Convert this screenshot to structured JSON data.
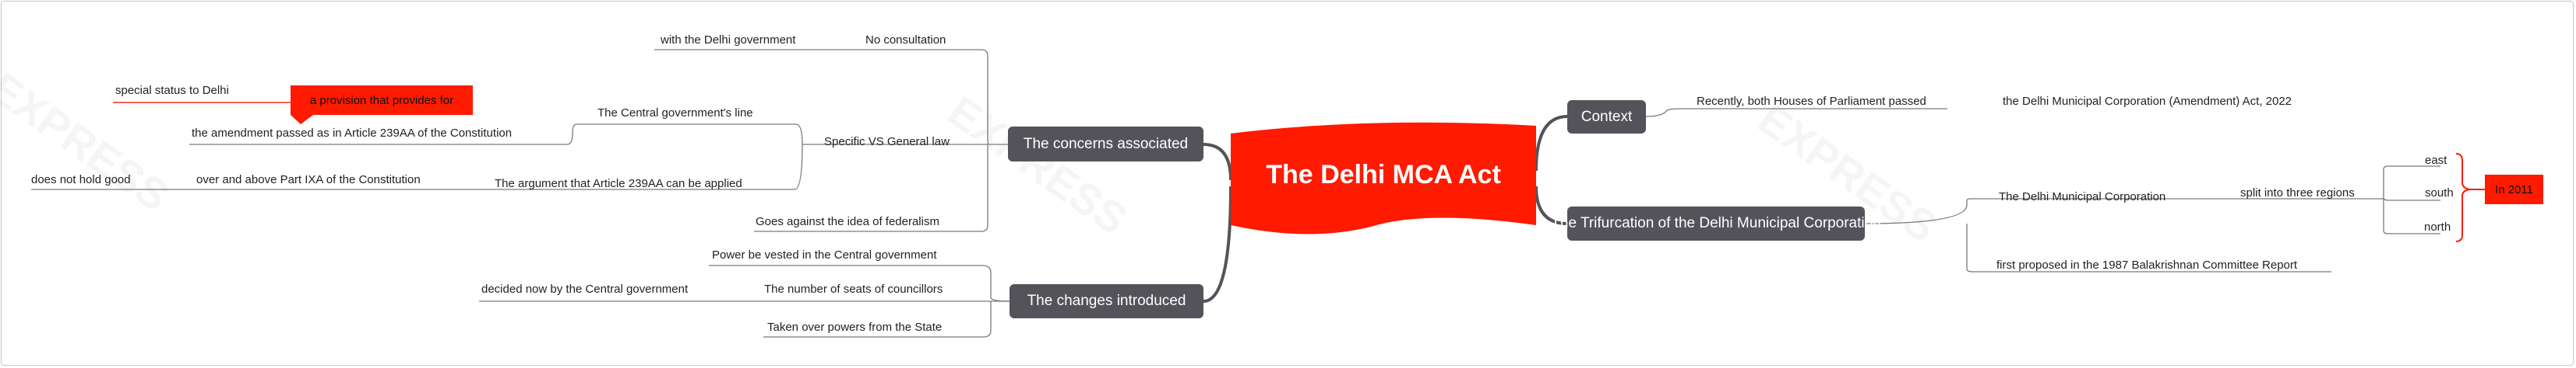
{
  "central": {
    "title": "The Delhi MCA Act"
  },
  "watermark": "EXPRESS",
  "right": {
    "context": {
      "label": "Context",
      "child": "Recently, both Houses of Parliament passed",
      "grandchild": "the Delhi Municipal Corporation (Amendment) Act, 2022"
    },
    "trifurcation": {
      "label": "The Trifurcation of the Delhi Municipal Corporation",
      "corporation": "The Delhi Municipal Corporation",
      "split": "split into three regions",
      "regions": [
        "east",
        "south",
        "north"
      ],
      "year_tag": "In 2011",
      "proposed": "first proposed in the 1987 Balakrishnan Committee Report"
    }
  },
  "left": {
    "concerns": {
      "label": "The concerns associated",
      "no_consultation": "No consultation",
      "with_delhi_govt": "with the Delhi government",
      "specific_vs_general": "Specific VS General law",
      "central_line": "The Central government's line",
      "amendment_passed": "the amendment passed as in Article 239AA of the Constitution",
      "provision_callout": "a provision that provides for",
      "special_status": "special status to Delhi",
      "argument": "The argument that Article 239AA can be applied",
      "over_above": "over and above Part IXA of the Constitution",
      "not_hold": "does not hold good",
      "federalism": "Goes against the idea of federalism"
    },
    "changes": {
      "label": "The changes introduced",
      "power_vested": "Power be vested in the Central government",
      "seats": "The number of seats of councillors",
      "decided_now": "decided now by the Central government",
      "powers_taken": "Taken over powers from the State"
    }
  },
  "colors": {
    "central_red": "#ff1a00",
    "node_gray": "#55535a",
    "line_gray": "#7a7a7a",
    "bracket_red": "#ff1a00"
  }
}
